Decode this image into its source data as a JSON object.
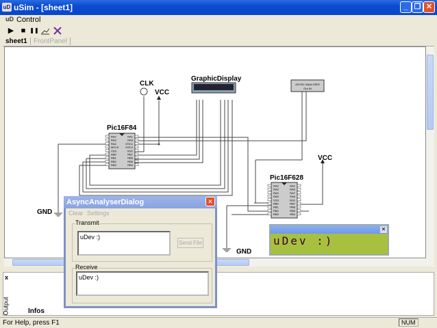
{
  "window": {
    "title": "uSim - [sheet1]",
    "app_icon": "uD",
    "min": "_",
    "max": "❐",
    "close": "✕"
  },
  "menu": {
    "icon": "uD",
    "items": [
      "Control"
    ]
  },
  "toolbar": {
    "play": "▶",
    "stop": "■",
    "pause": "❚❚",
    "graph": "graph-icon",
    "clear": "clear-icon"
  },
  "tabs": [
    "sheet1",
    "FrontPanel"
  ],
  "schematic": {
    "clk": "CLK",
    "vcc1": "VCC",
    "vcc2": "VCC",
    "gnd1": "GND",
    "gnd2": "GND",
    "graphic_display": "GraphicDisplay",
    "async_analyser": {
      "line1": "ASYNC ANALYSER",
      "line2": "Out IN"
    },
    "pic1": {
      "name": "Pic16F84",
      "left": [
        "RA2",
        "RA3",
        "RA4",
        "MCLR",
        "VSS",
        "RB0",
        "RB1",
        "RB2",
        "RB3"
      ],
      "right": [
        "RA1",
        "RA0",
        "OSC1",
        "OSC2",
        "VDD",
        "RB7",
        "RB6",
        "RB5",
        "RB4"
      ]
    },
    "pic2": {
      "name": "Pic16F628",
      "left": [
        "RA2",
        "RA3",
        "RA4",
        "RA5",
        "VSS",
        "RB0",
        "RB1",
        "RB2",
        "RB3"
      ],
      "right": [
        "RA1",
        "RA0",
        "RA7",
        "RA6",
        "VDD",
        "RB7",
        "RB6",
        "RB5",
        "RB4"
      ]
    }
  },
  "lcd": {
    "text": "uDev :)",
    "close": "✕"
  },
  "dialog": {
    "title": "AsyncAnalyserDialog",
    "close": "✕",
    "menu": [
      "Clear",
      "Settings"
    ],
    "transmit_label": "Transmit",
    "transmit_text": "uDev :)",
    "send_file": "Send File",
    "receive_label": "Receive",
    "receive_text": "uDev :)"
  },
  "output": {
    "side_label": "Output",
    "close": "x",
    "tab": "Infos"
  },
  "statusbar": {
    "help": "For Help, press F1",
    "num": "NUM"
  }
}
